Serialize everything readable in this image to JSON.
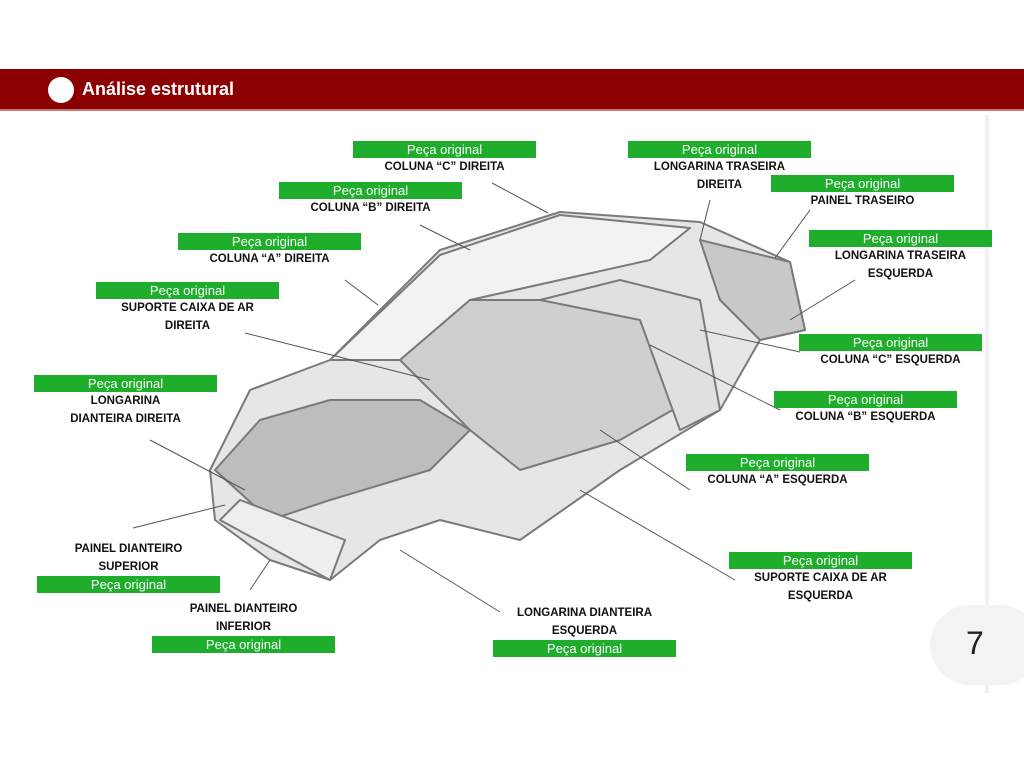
{
  "header": {
    "title": "Análise estrutural"
  },
  "page_number": "7",
  "tag_label": "Peça original",
  "parts": [
    {
      "name": "COLUNA “C” DIREITA"
    },
    {
      "name": "COLUNA “B” DIREITA"
    },
    {
      "name": "COLUNA “A” DIREITA"
    },
    {
      "name": "SUPORTE CAIXA DE AR",
      "name2": "DIREITA"
    },
    {
      "name": "LONGARINA",
      "name2": "DIANTEIRA DIREITA"
    },
    {
      "name": "PAINEL DIANTEIRO",
      "name2": "SUPERIOR"
    },
    {
      "name": "PAINEL DIANTEIRO",
      "name2": "INFERIOR"
    },
    {
      "name": "LONGARINA DIANTEIRA",
      "name2": "ESQUERDA"
    },
    {
      "name": "SUPORTE CAIXA DE AR",
      "name2": "ESQUERDA"
    },
    {
      "name": "COLUNA “A” ESQUERDA"
    },
    {
      "name": "COLUNA “B” ESQUERDA"
    },
    {
      "name": "COLUNA “C” ESQUERDA"
    },
    {
      "name": "LONGARINA TRASEIRA",
      "name2": "ESQUERDA"
    },
    {
      "name": "PAINEL TRASEIRO"
    },
    {
      "name": "LONGARINA TRASEIRA",
      "name2": "DIREITA"
    }
  ]
}
